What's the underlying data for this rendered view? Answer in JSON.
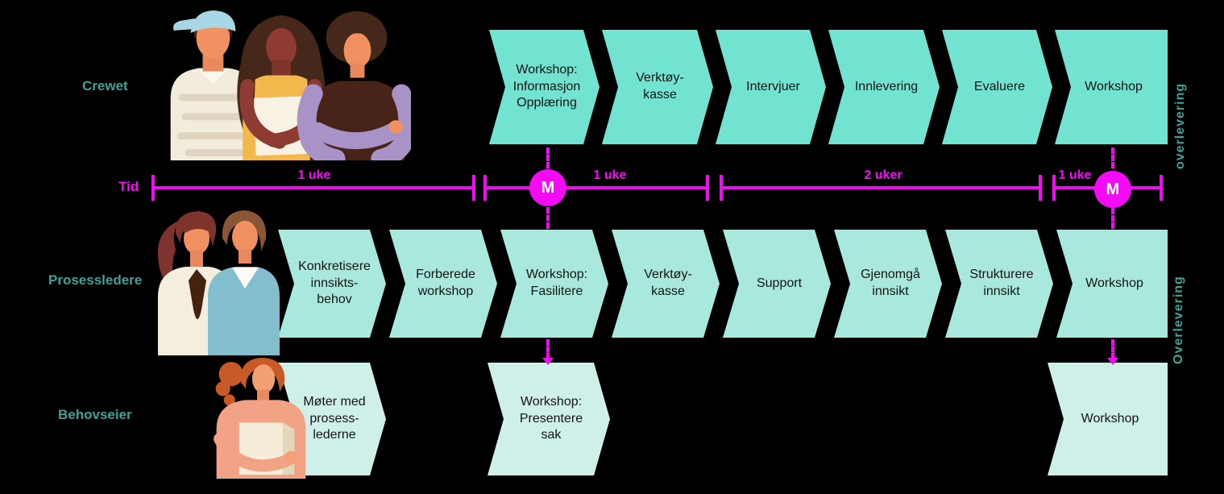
{
  "colors": {
    "background": "#000000",
    "lane1_fill": "#72E2D1",
    "lane2_fill": "#A9E8DC",
    "lane3_fill": "#CFEFE9",
    "timeline_magenta": "#F50AF5",
    "label_teal": "#3EA396",
    "step_text": "#141414"
  },
  "lanes": [
    {
      "label": "Crewet",
      "side_label": "overlevering",
      "steps": [
        "Workshop:\nInformasjon\nOpplæring",
        "Verktøy-\nkasse",
        "Intervjuer",
        "Innlevering",
        "Evaluere",
        "Workshop"
      ]
    },
    {
      "label": "Prosessledere",
      "side_label": "Overlevering",
      "steps": [
        "Konkretisere\ninnsikts-\nbehov",
        "Forberede\nworkshop",
        "Workshop:\nFasilitere",
        "Verktøy-\nkasse",
        "Support",
        "Gjenomgå\ninnsikt",
        "Strukturere\ninnsikt",
        "Workshop"
      ]
    },
    {
      "label": "Behovseier",
      "steps": [
        "Møter med\nprosess-\nlederne",
        "Workshop:\nPresentere\nsak",
        "Workshop"
      ]
    }
  ],
  "timeline": {
    "label": "Tid",
    "segments": [
      {
        "label": "1 uke"
      },
      {
        "label": "1 uke"
      },
      {
        "label": "2 uker"
      },
      {
        "label": "1 uke"
      }
    ],
    "milestones": [
      {
        "label": "M"
      },
      {
        "label": "M"
      }
    ]
  },
  "illustrations": {
    "crew_group": "crew-illustration",
    "process_leaders": "process-leaders-illustration",
    "need_owner": "need-owner-illustration"
  }
}
